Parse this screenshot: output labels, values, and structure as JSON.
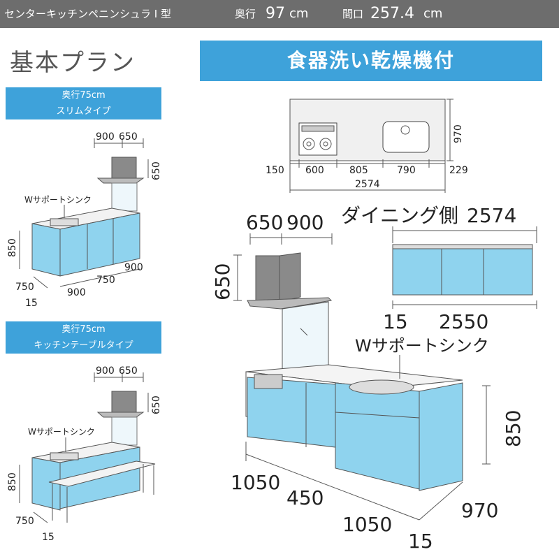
{
  "header": {
    "model": "センターキッチンペニンシュラ I 型",
    "depth_label": "奥行",
    "depth_value": "97",
    "depth_unit": "cm",
    "width_label": "間口",
    "width_value": "257.4",
    "width_unit": "cm"
  },
  "section_title": "基本プラン",
  "main_option": "食器洗い乾燥機付",
  "slim": {
    "label1": "奥行75cm",
    "label2": "スリムタイプ",
    "hood_w1": "900",
    "hood_w2": "650",
    "hood_h": "650",
    "sink_label": "Wサポートシンク",
    "height": "850",
    "depth": "750",
    "offset": "15",
    "w1": "900",
    "w2": "750",
    "w3": "900"
  },
  "table_type": {
    "label1": "奥行75cm",
    "label2": "キッチンテーブルタイプ",
    "hood_w1": "900",
    "hood_w2": "650",
    "hood_h": "650",
    "sink_label": "Wサポートシンク",
    "height": "850",
    "depth": "750",
    "offset": "15"
  },
  "plan": {
    "depth": "970",
    "seg1": "150",
    "seg2": "600",
    "seg3": "805",
    "seg4": "790",
    "seg5": "229",
    "total": "2574"
  },
  "main": {
    "hood_w1": "650",
    "hood_w2": "900",
    "hood_h": "650",
    "dining_label": "ダイニング側",
    "dining_width": "2574",
    "dining_offset": "15",
    "dining_inner": "2550",
    "sink_label": "Wサポートシンク",
    "height": "850",
    "w1": "1050",
    "w2": "450",
    "w3": "1050",
    "depth": "970",
    "offset": "15"
  },
  "colors": {
    "header_bg": "#6d6d6d",
    "accent": "#3ea2da",
    "cabinet": "#8fd3ee"
  }
}
